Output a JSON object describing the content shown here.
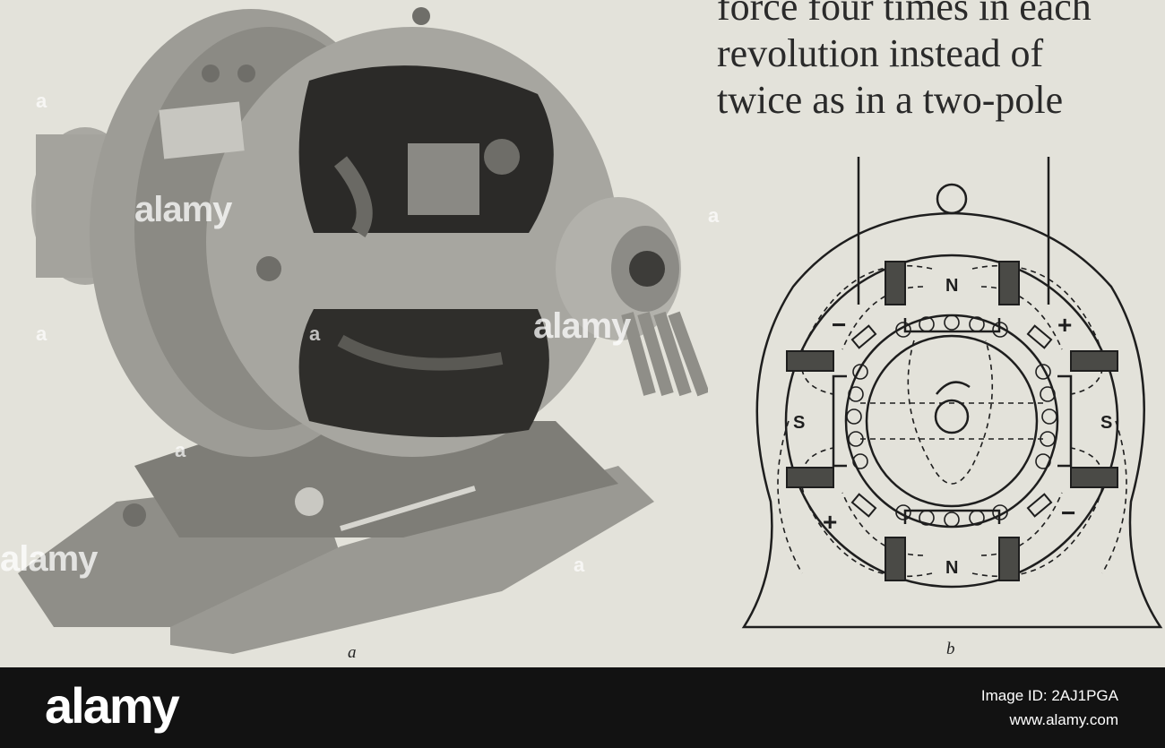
{
  "text": {
    "lines": [
      "force four times in each",
      "revolution instead of",
      "twice as in a two-pole"
    ]
  },
  "figure": {
    "label_a": "a",
    "label_b": "b"
  },
  "diagram": {
    "pole_north_top": "N",
    "pole_north_bottom": "N",
    "pole_south_left": "S",
    "pole_south_right": "S",
    "brush_top_left": "−",
    "brush_top_right": "+",
    "brush_bottom_left": "+",
    "brush_bottom_right": "−"
  },
  "watermark": {
    "text": "alamy",
    "small_mark": "a"
  },
  "footer": {
    "logo": "alamy",
    "image_id": "Image ID: 2AJ1PGA",
    "url": "www.alamy.com"
  }
}
